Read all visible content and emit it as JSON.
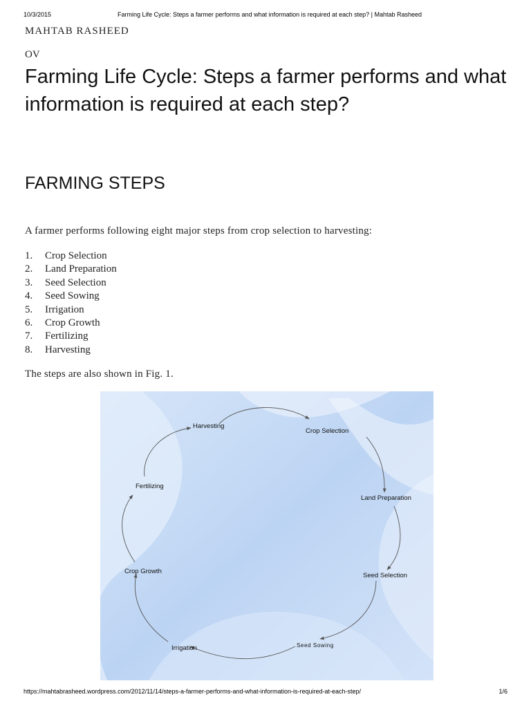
{
  "header": {
    "date": "10/3/2015",
    "doc_title": "Farming Life Cycle: Steps a farmer performs and what information is required at each step? | Mahtab Rasheed"
  },
  "site": {
    "name": "MAHTAB RASHEED",
    "cut_text": "OV"
  },
  "article": {
    "title": "Farming Life Cycle: Steps a farmer performs and what information is required at each step?",
    "section_heading": "FARMING STEPS",
    "intro": "A farmer performs following eight major steps from crop selection to harvesting:",
    "steps": [
      {
        "num": "1.",
        "label": "Crop Selection"
      },
      {
        "num": "2.",
        "label": "Land Preparation"
      },
      {
        "num": "3.",
        "label": "Seed Selection"
      },
      {
        "num": "4.",
        "label": "Seed Sowing"
      },
      {
        "num": "5.",
        "label": "Irrigation"
      },
      {
        "num": "6.",
        "label": "Crop Growth"
      },
      {
        "num": "7.",
        "label": "Fertilizing"
      },
      {
        "num": "8.",
        "label": "Harvesting"
      }
    ],
    "figure_ref": "The steps are also shown in Fig. 1."
  },
  "figure": {
    "cycle_labels": {
      "harvesting": "Harvesting",
      "crop_selection": "Crop Selection",
      "land_preparation": "Land Preparation",
      "seed_selection": "Seed Selection",
      "seed_sowing": "Seed Sowing",
      "irrigation": "Irrigation",
      "crop_growth": "Crop Growth",
      "fertilizing": "Fertilizing"
    },
    "colors": {
      "background": "#cfe0f7",
      "swirl": "#e6effc",
      "arrow": "#555555"
    }
  },
  "footer": {
    "url": "https://mahtabrasheed.wordpress.com/2012/11/14/steps-a-farmer-performs-and-what-information-is-required-at-each-step/",
    "page": "1/6"
  }
}
